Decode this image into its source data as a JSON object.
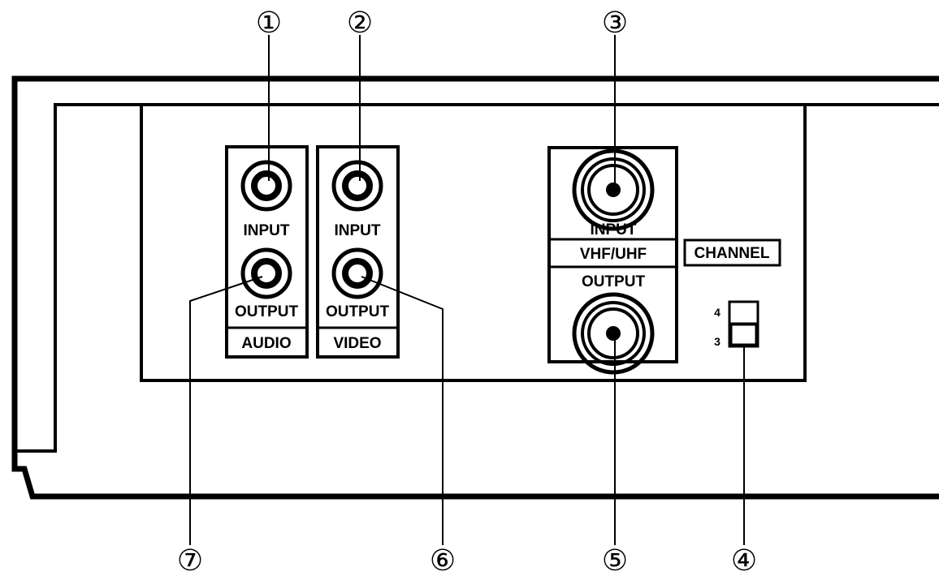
{
  "callouts": {
    "c1": "①",
    "c2": "②",
    "c3": "③",
    "c4": "④",
    "c5": "⑤",
    "c6": "⑥",
    "c7": "⑦"
  },
  "audio": {
    "input": "INPUT",
    "output": "OUTPUT",
    "name": "AUDIO"
  },
  "video": {
    "input": "INPUT",
    "output": "OUTPUT",
    "name": "VIDEO"
  },
  "rf": {
    "input": "INPUT",
    "band": "VHF/UHF",
    "output": "OUTPUT"
  },
  "channel": {
    "label": "CHANNEL",
    "pos_upper": "4",
    "pos_lower": "3"
  },
  "colors": {
    "line": "#000000",
    "background": "#ffffff"
  }
}
